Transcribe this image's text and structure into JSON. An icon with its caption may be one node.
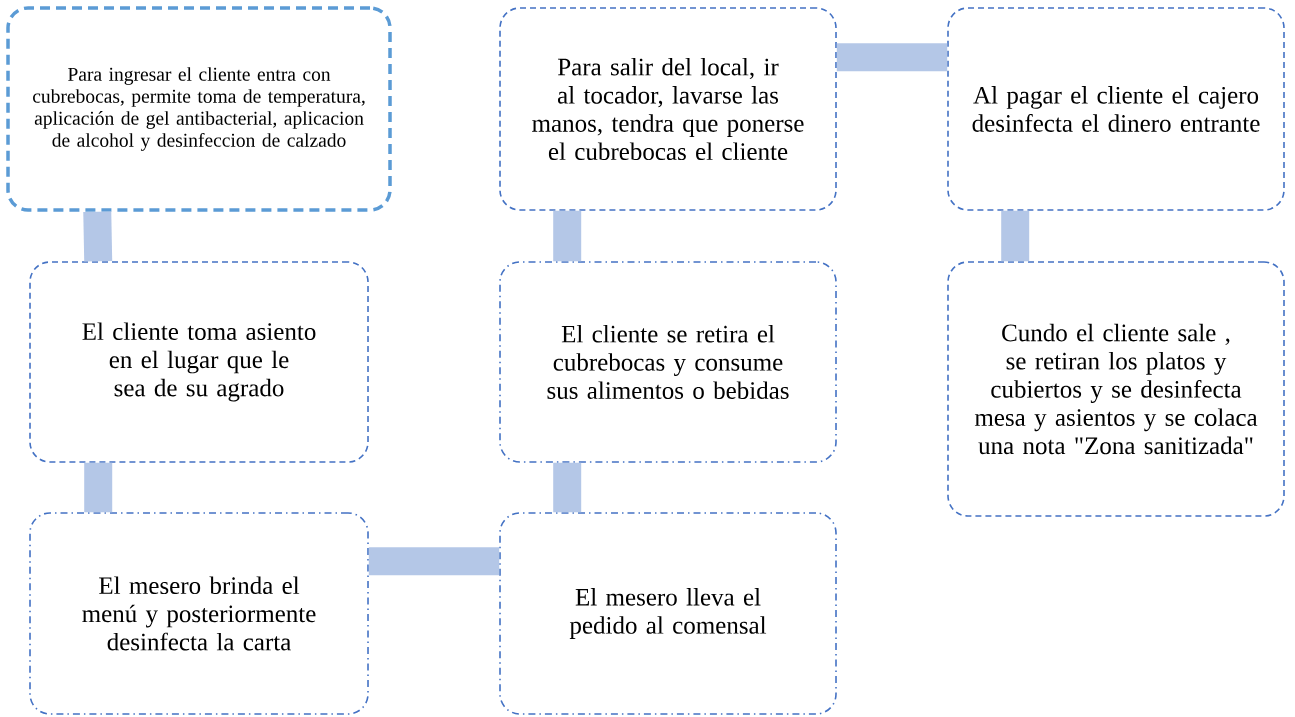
{
  "diagram": {
    "nodes": [
      {
        "text": [
          "Para ingresar el cliente entra con cubrebocas, permite toma de temperatura, aplicación de gel antibacterial, aplicacion de alcohol  y desinfeccion de calzado"
        ]
      },
      {
        "text": [
          "El cliente toma asiento en el lugar que le sea de su agrado"
        ]
      },
      {
        "text": [
          "El mesero brinda el menú y posteriormente desinfecta la carta"
        ]
      },
      {
        "text": [
          "El mesero lleva el pedido  al comensal"
        ]
      },
      {
        "text": [
          "El cliente se retira el cubrebocas y consume sus alimentos o bebidas"
        ]
      },
      {
        "text": [
          "Para salir del local, ir al tocador,  lavarse las manos, tendra que ponerse el cubrebocas el cliente"
        ]
      },
      {
        "text": [
          "Al pagar el cliente el cajero desinfecta el dinero entrante"
        ]
      },
      {
        "text": [
          "Cundo el cliente sale , se retiran los platos y cubiertos y se desinfecta mesa y asientos y se colaca una nota \"Zona sanitizada\""
        ]
      }
    ],
    "edges": [
      {
        "from": 0,
        "to": 1,
        "arrow": "none"
      },
      {
        "from": 1,
        "to": 2,
        "arrow": "none"
      },
      {
        "from": 2,
        "to": 3,
        "arrow": "none"
      },
      {
        "from": 3,
        "to": 4,
        "arrow": "none"
      },
      {
        "from": 4,
        "to": 5,
        "arrow": "none"
      },
      {
        "from": 5,
        "to": 6,
        "arrow": "none"
      },
      {
        "from": 6,
        "to": 7,
        "arrow": "none"
      }
    ]
  }
}
